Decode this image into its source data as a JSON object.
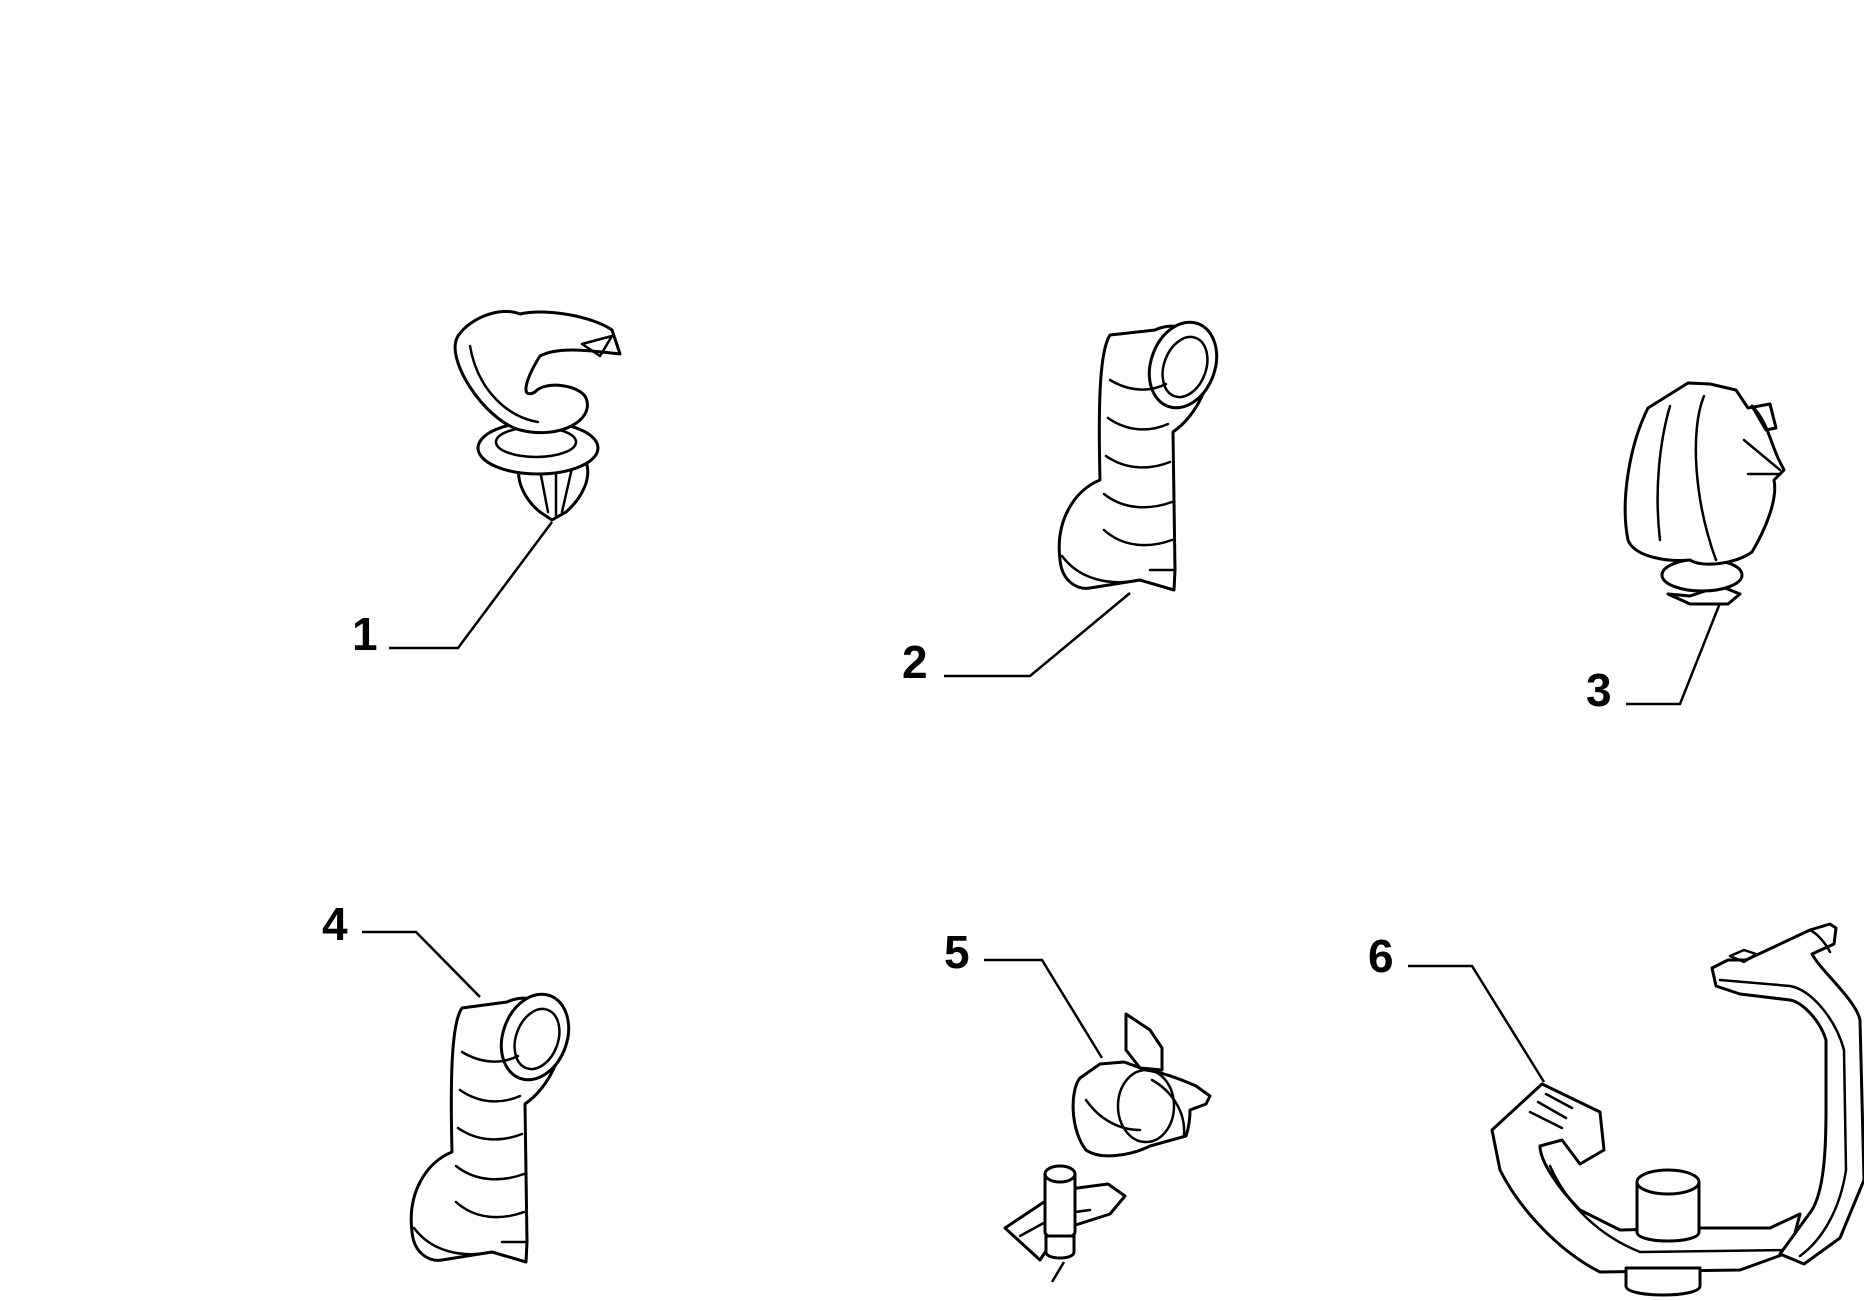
{
  "diagram": {
    "parts": [
      {
        "number": "1",
        "shape": "hook-clip"
      },
      {
        "number": "2",
        "shape": "twisted-grommet"
      },
      {
        "number": "3",
        "shape": "cable-clip"
      },
      {
        "number": "4",
        "shape": "twisted-grommet"
      },
      {
        "number": "5",
        "shape": "clamp-bracket"
      },
      {
        "number": "6",
        "shape": "u-bracket"
      }
    ],
    "colors": {
      "line": "#000000",
      "background": "#ffffff"
    }
  }
}
